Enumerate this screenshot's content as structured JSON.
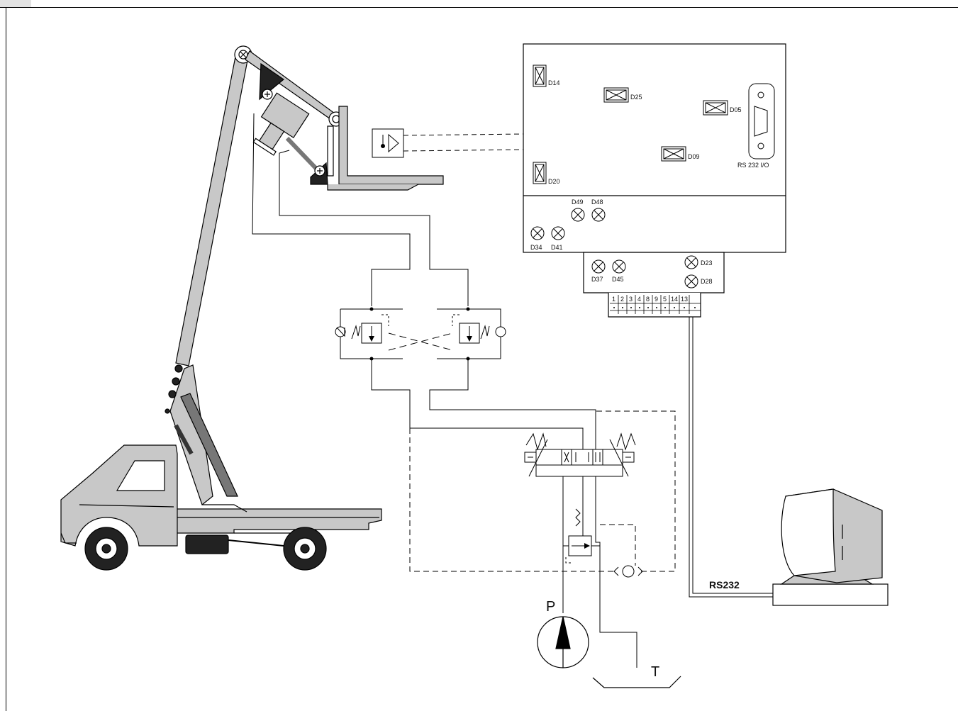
{
  "controller": {
    "chips": [
      "D14",
      "D25",
      "D05",
      "D09",
      "D20"
    ],
    "port_label": "RS 232 I/O",
    "leds_top": [
      "D49",
      "D48",
      "D34",
      "D41"
    ],
    "leds_bottom": [
      "D37",
      "D45",
      "D23",
      "D28"
    ],
    "terminals": [
      "1",
      "2",
      "3",
      "4",
      "8",
      "9",
      "5",
      "14",
      "13"
    ]
  },
  "cable_label": "RS232",
  "pump_label": "P",
  "tank_label": "T",
  "colors": {
    "line": "#000000",
    "truck_grey": "#c8c8c8",
    "dark_grey": "#777777"
  }
}
